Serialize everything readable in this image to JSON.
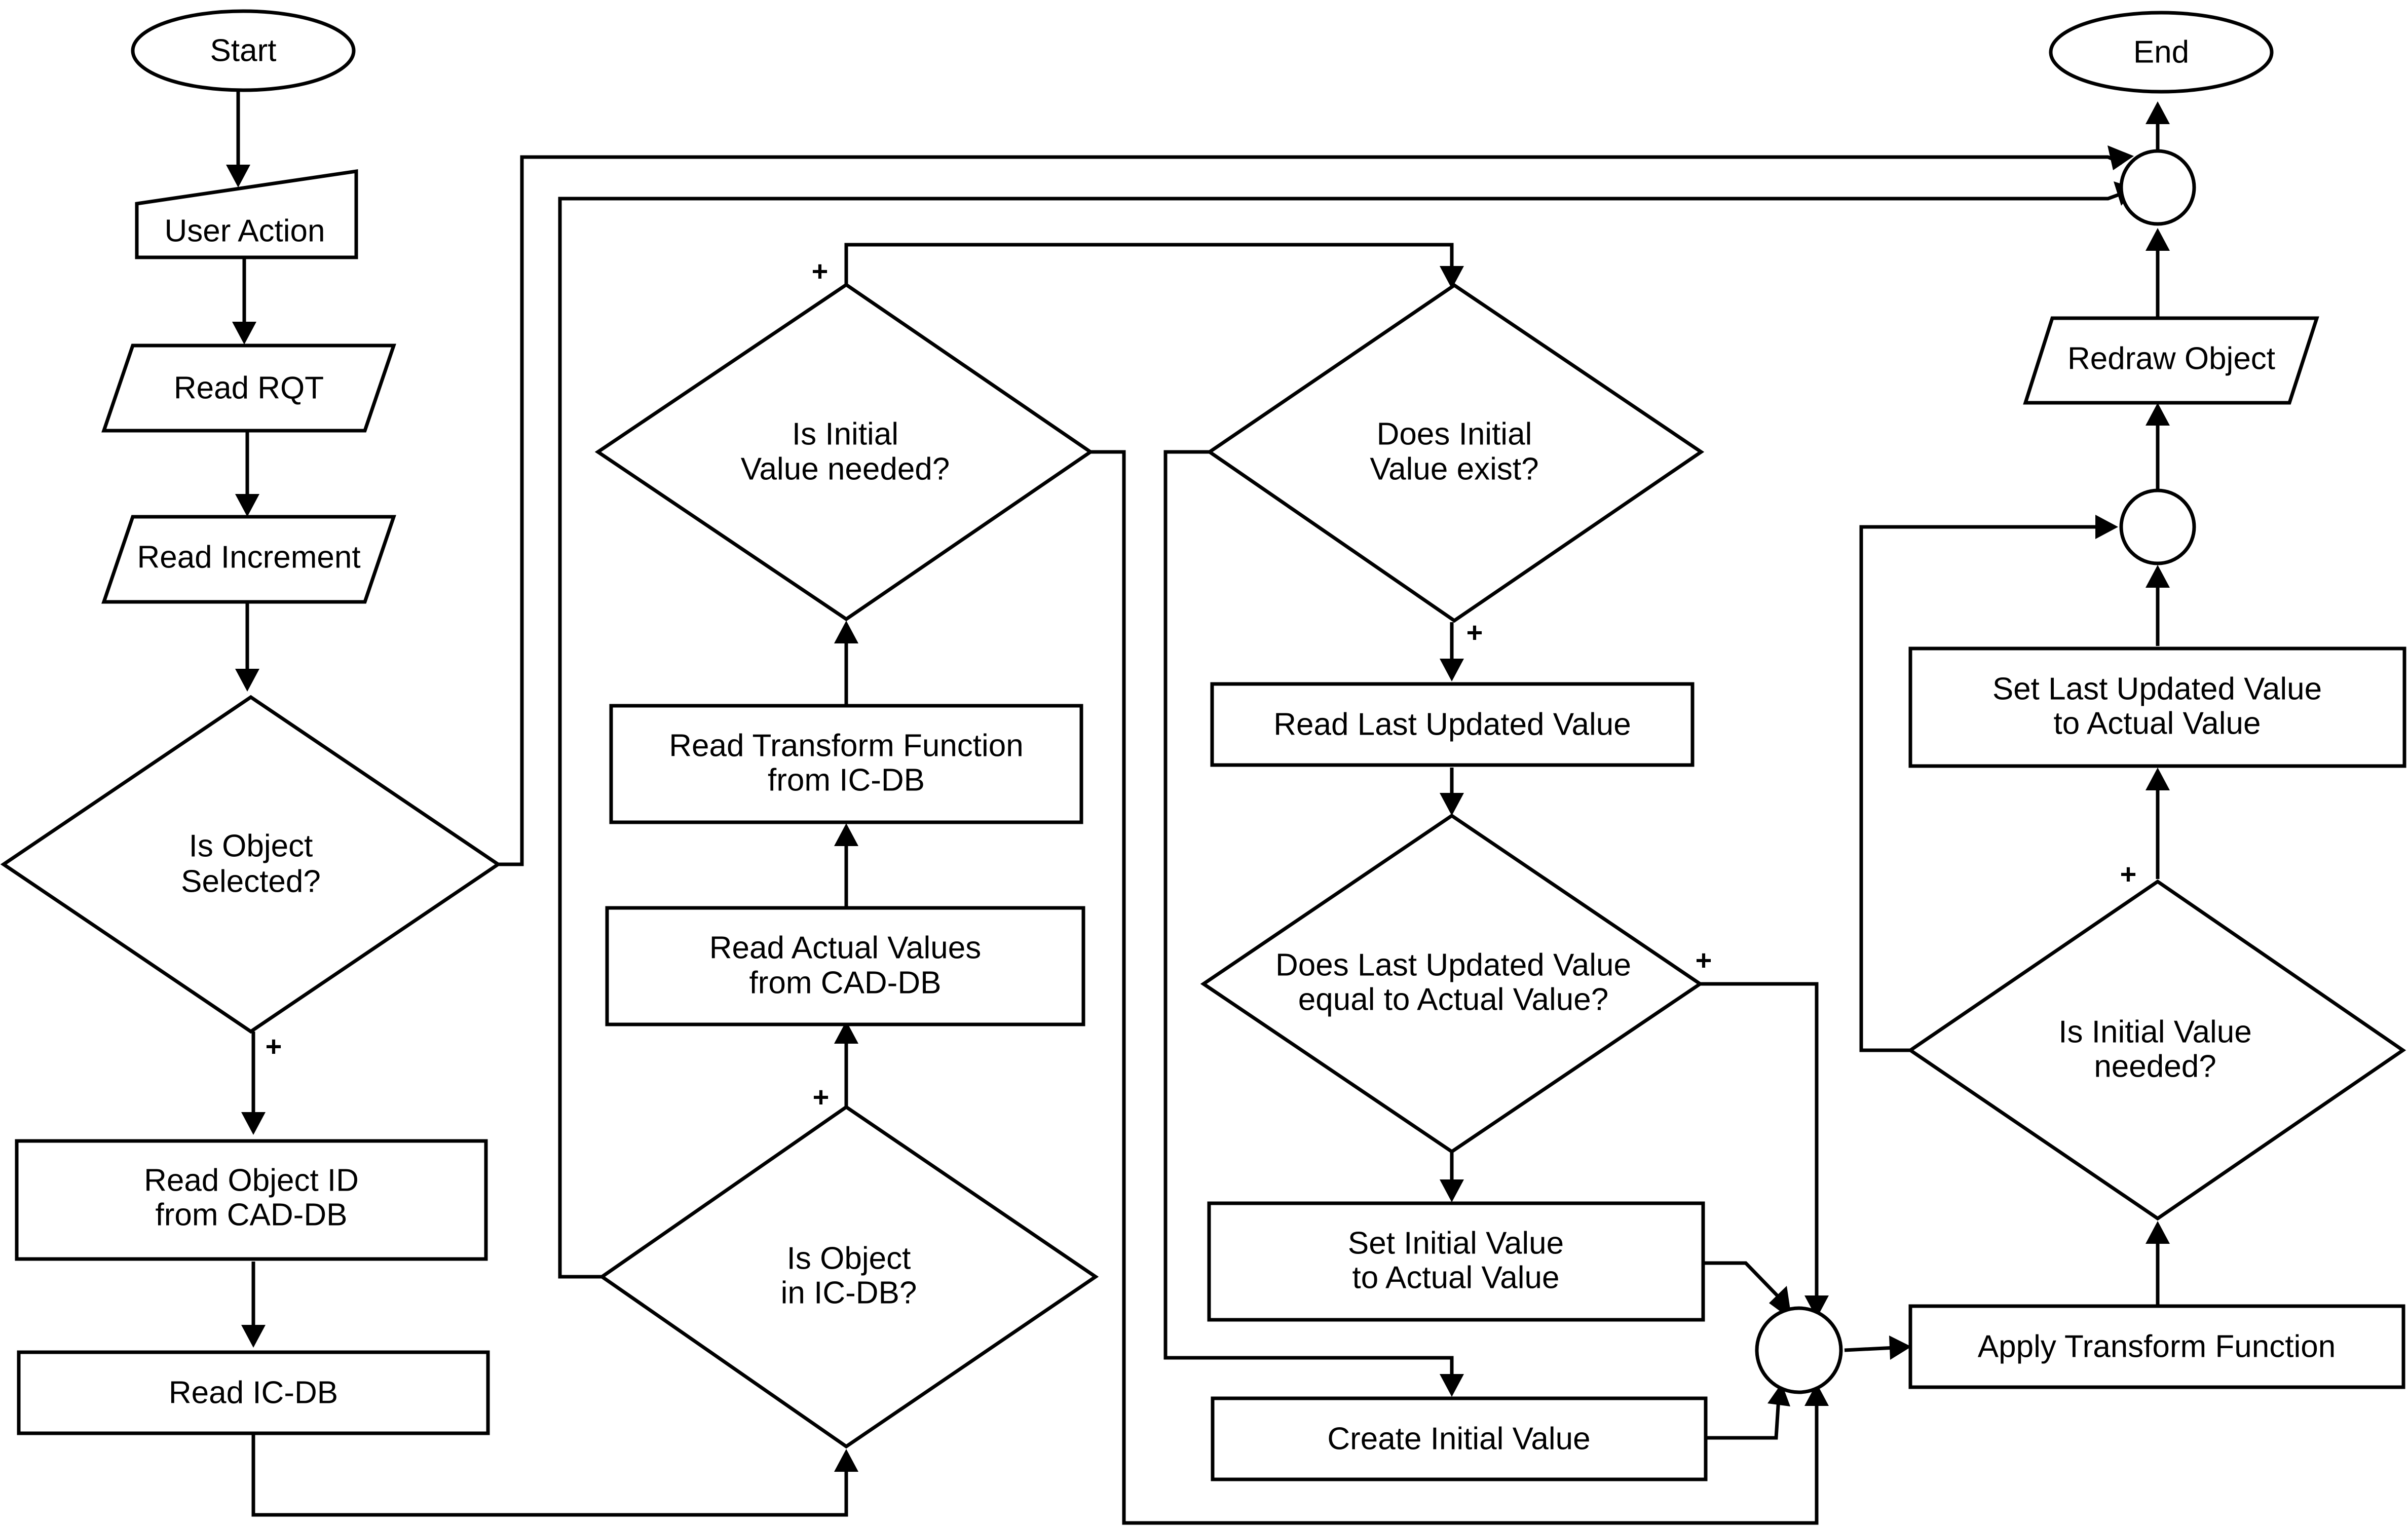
{
  "nodes": {
    "start": "Start",
    "end": "End",
    "user_action": "User Action",
    "read_rqt": "Read RQT",
    "read_increment": "Read Increment",
    "is_object_selected": [
      "Is Object",
      "Selected?"
    ],
    "read_object_id": [
      "Read Object ID",
      "from CAD-DB"
    ],
    "read_ic_db": "Read IC-DB",
    "is_object_in_ic_db": [
      "Is Object",
      "in IC-DB?"
    ],
    "read_actual_values": [
      "Read Actual Values",
      "from CAD-DB"
    ],
    "read_transform_function": [
      "Read Transform Function",
      "from IC-DB"
    ],
    "is_initial_value_needed_1": [
      "Is Initial",
      "Value needed?"
    ],
    "does_initial_value_exist": [
      "Does Initial",
      "Value exist?"
    ],
    "read_last_updated_value": "Read Last Updated Value",
    "does_last_updated_equal": [
      "Does Last Updated Value",
      "equal to Actual Value?"
    ],
    "set_initial_value": [
      "Set Initial Value",
      "to Actual Value"
    ],
    "create_initial_value": "Create Initial Value",
    "apply_transform_function": "Apply Transform Function",
    "is_initial_value_needed_2": [
      "Is Initial Value",
      "needed?"
    ],
    "set_last_updated_value": [
      "Set Last Updated Value",
      "to Actual Value"
    ],
    "redraw_object": "Redraw Object"
  },
  "edge_labels": {
    "positive": "+"
  },
  "colors": {
    "stroke": "#000000",
    "fill": "#ffffff",
    "text": "#000000"
  }
}
